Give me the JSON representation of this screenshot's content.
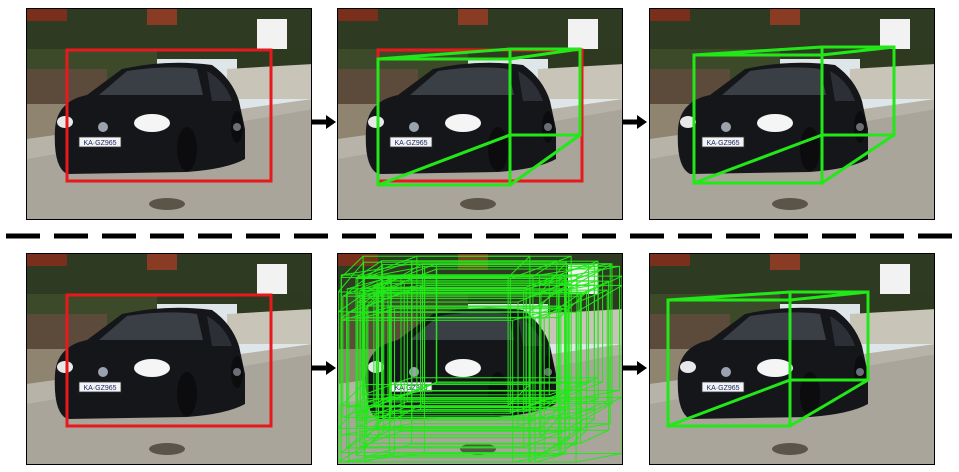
{
  "figure": {
    "top_row": [
      "2d-box",
      "3d-box-init",
      "3d-box-refined"
    ],
    "bottom_row": [
      "2d-box",
      "3d-box-candidates",
      "3d-box-selected"
    ]
  },
  "plate_text": "KA·GZ965",
  "colors": {
    "box_2d": "#e8191c",
    "box_3d": "#22e818",
    "car": "#15161a",
    "road": "#a9a59b",
    "sidewalk": "#b8b3a8",
    "wall": "#8f8470",
    "hedge": "#3d4a2a",
    "sky": "#dfe6ea"
  }
}
